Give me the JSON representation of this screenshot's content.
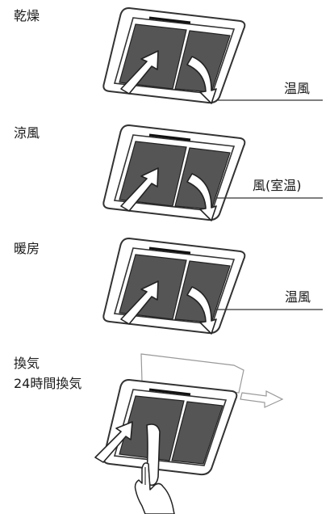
{
  "panels": [
    {
      "mode": "乾燥",
      "flow": "温風"
    },
    {
      "mode": "涼風",
      "flow": "風(室温)"
    },
    {
      "mode": "暖房",
      "flow": "温風"
    },
    {
      "mode": "換気",
      "mode_sub": "24時間換気"
    }
  ],
  "colors": {
    "filter": "#555555",
    "outline": "#222222",
    "background": "#ffffff"
  }
}
